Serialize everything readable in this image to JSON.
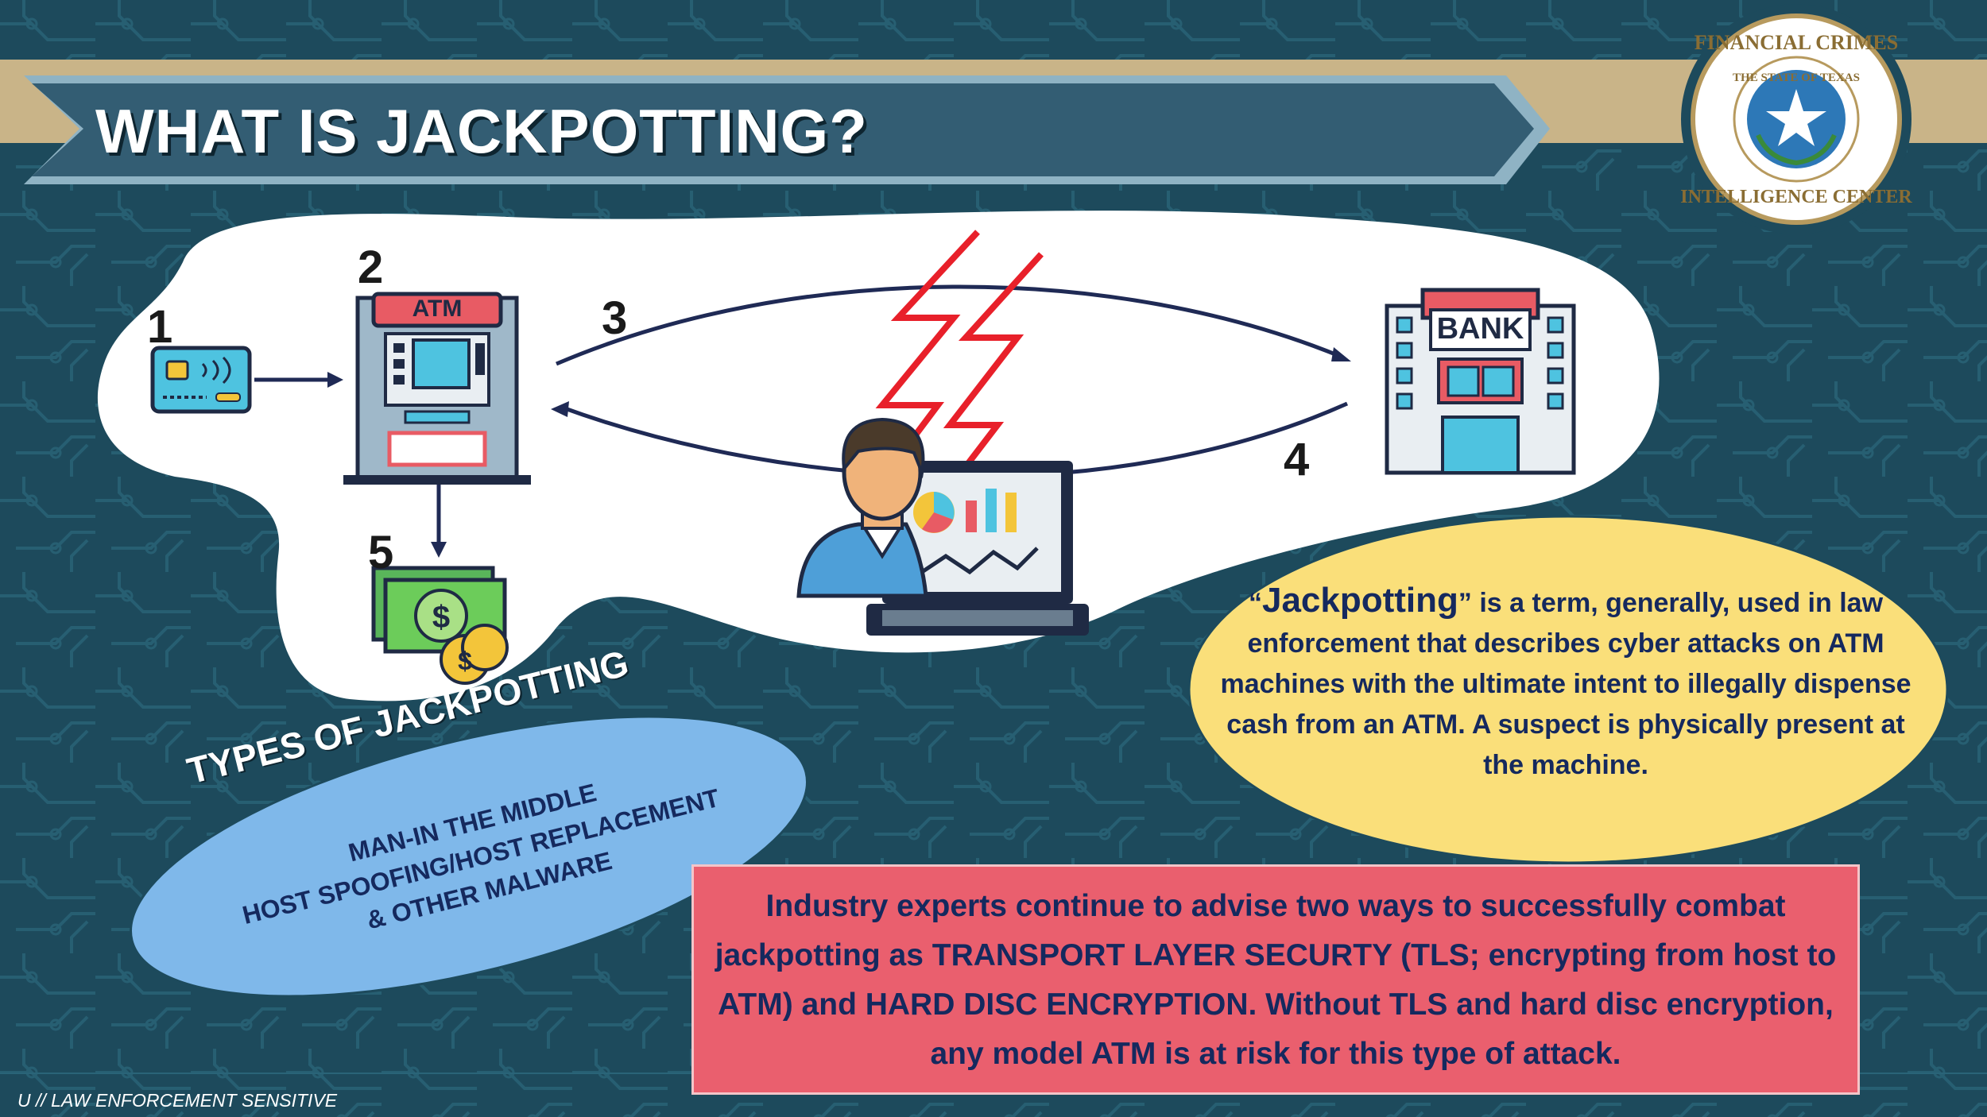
{
  "title": "WHAT IS JACKPOTTING?",
  "seal": {
    "outer_text": "FINANCIAL CRIMES INTELLIGENCE CENTER",
    "inner_text": "THE STATE OF TEXAS"
  },
  "diagram": {
    "steps": [
      "1",
      "2",
      "3",
      "4",
      "5"
    ],
    "atm_sign": "ATM",
    "bank_sign": "BANK",
    "icons": [
      "credit-card-icon",
      "atm-machine-icon",
      "bank-building-icon",
      "cash-money-icon",
      "hacker-laptop-icon",
      "lightning-icon"
    ]
  },
  "definition": {
    "open_quote": "“",
    "term": "Jackpotting",
    "close_quote": "”",
    "rest": " is a term, generally, used in law enforcement that describes cyber attacks on ATM machines with the ultimate intent to illegally dispense cash from an ATM. A suspect is physically present at the machine."
  },
  "types": {
    "title": "TYPES OF JACKPOTTING",
    "items": [
      "MAN-IN THE MIDDLE",
      "HOST SPOOFING/HOST REPLACEMENT",
      "& OTHER MALWARE"
    ]
  },
  "advice": "Industry experts continue to advise two ways to successfully combat jackpotting as TRANSPORT LAYER SECURTY (TLS; encrypting from host to ATM) and HARD DISC ENCRYPTION. Without  TLS and hard disc encryption, any model ATM is at risk for this type of attack.",
  "footer": "U // LAW ENFORCEMENT SENSITIVE",
  "colors": {
    "background": "#1d4a5c",
    "banner": "#345f75",
    "gold": "#c9b488",
    "definition_bubble": "#fadf7a",
    "types_bubble": "#7fb8ea",
    "advice_box": "#ea5f6e",
    "text_navy": "#15295e"
  }
}
